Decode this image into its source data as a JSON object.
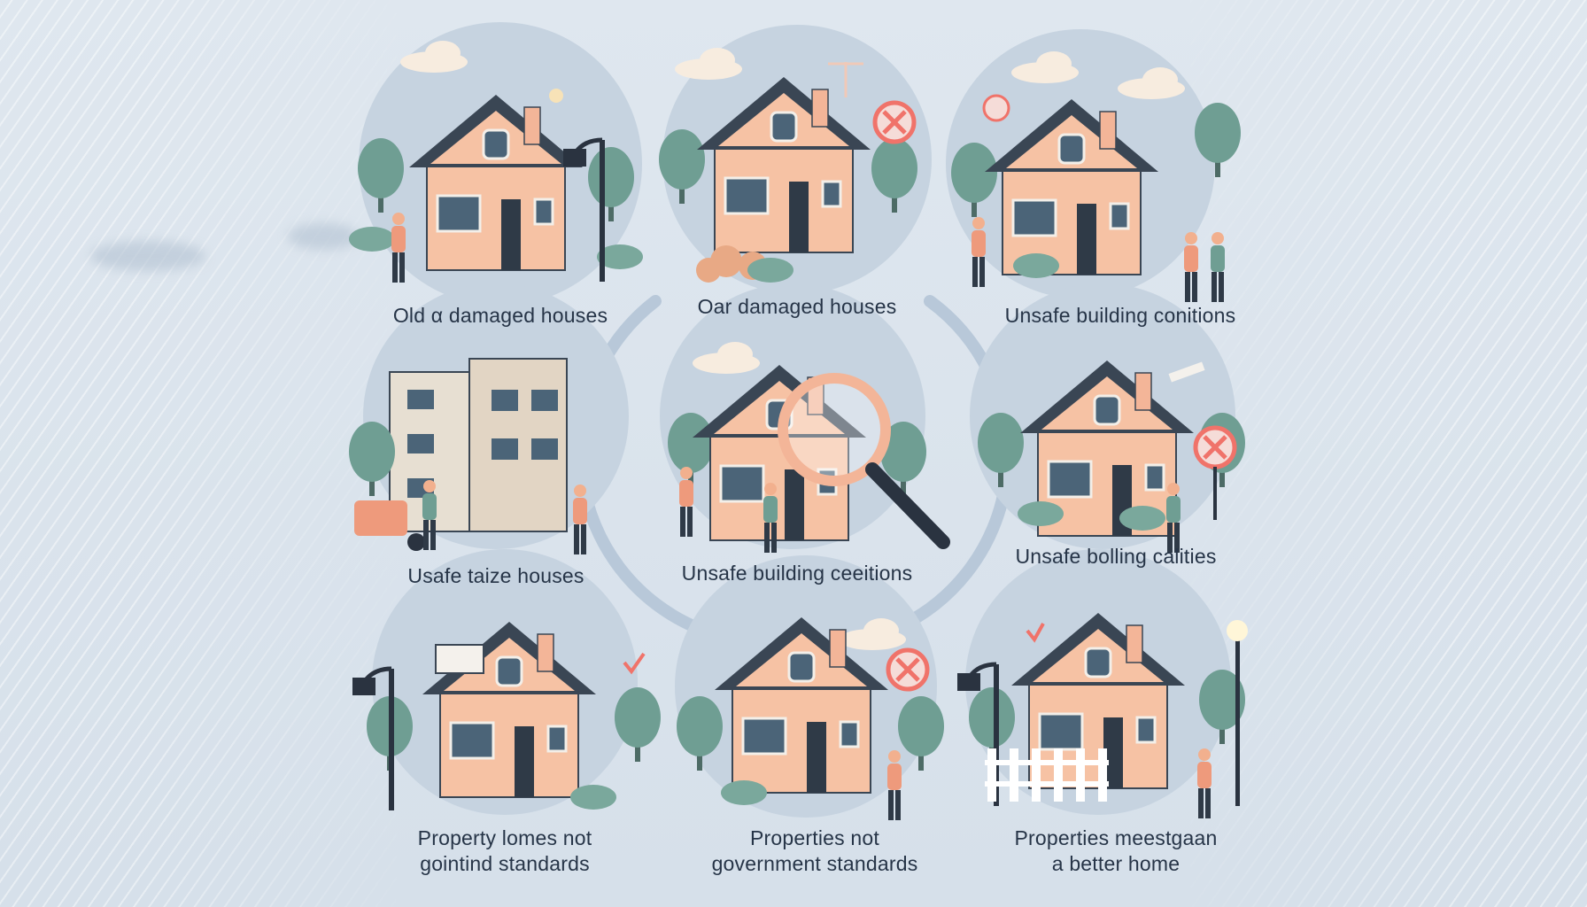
{
  "labels": {
    "top_left": "Old α damaged houses",
    "top_center": "Oar damaged houses",
    "top_right": "Unsafe building conitions",
    "mid_left": "Usafe taize houses",
    "mid_center": "Unsafe building ceeitions",
    "mid_right": "Unsafe bolling calities",
    "bottom_left_line1": "Property lomes not",
    "bottom_left_line2": "gointind standards",
    "bottom_center_line1": "Properties not",
    "bottom_center_line2": "government standards",
    "bottom_right_line1": "Properties meestgaan",
    "bottom_right_line2": "a better home"
  },
  "colors": {
    "wall": "#f6c2a4",
    "roof": "#3a4654",
    "tree": "#6f9e93",
    "circle_bg": "#c6d3e0",
    "accent_red": "#f0736a"
  }
}
